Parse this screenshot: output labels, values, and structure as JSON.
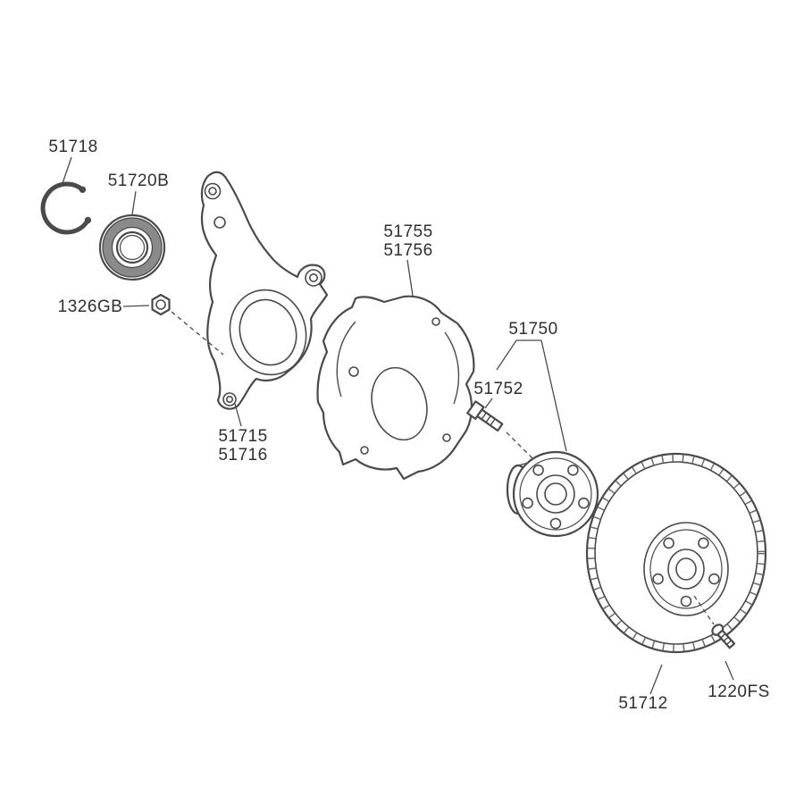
{
  "page": {
    "background": "#ffffff",
    "description": "Exploded parts diagram of a front axle hub assembly (steering knuckle, bearing, dust shield, hub and brake disc)"
  },
  "colors": {
    "line": "#4a4a4a",
    "text": "#2f2f2f"
  },
  "labels": {
    "snap_ring": "51718",
    "bearing": "51720B",
    "nut": "1326GB",
    "knuckle_1": "51715",
    "knuckle_2": "51716",
    "shield_1": "51755",
    "shield_2": "51756",
    "hub": "51750",
    "hub_bolt": "51752",
    "disc": "51712",
    "disc_screw": "1220FS"
  },
  "parts": [
    {
      "id": "51718",
      "name": "snap-ring"
    },
    {
      "id": "51720B",
      "name": "wheel-bearing"
    },
    {
      "id": "1326GB",
      "name": "flange-nut"
    },
    {
      "id": "51715",
      "name": "steering-knuckle"
    },
    {
      "id": "51716",
      "name": "steering-knuckle"
    },
    {
      "id": "51755",
      "name": "brake-dust-shield"
    },
    {
      "id": "51756",
      "name": "brake-dust-shield"
    },
    {
      "id": "51750",
      "name": "wheel-hub-assembly"
    },
    {
      "id": "51752",
      "name": "hub-bolt"
    },
    {
      "id": "51712",
      "name": "brake-disc"
    },
    {
      "id": "1220FS",
      "name": "disc-retaining-screw"
    }
  ]
}
